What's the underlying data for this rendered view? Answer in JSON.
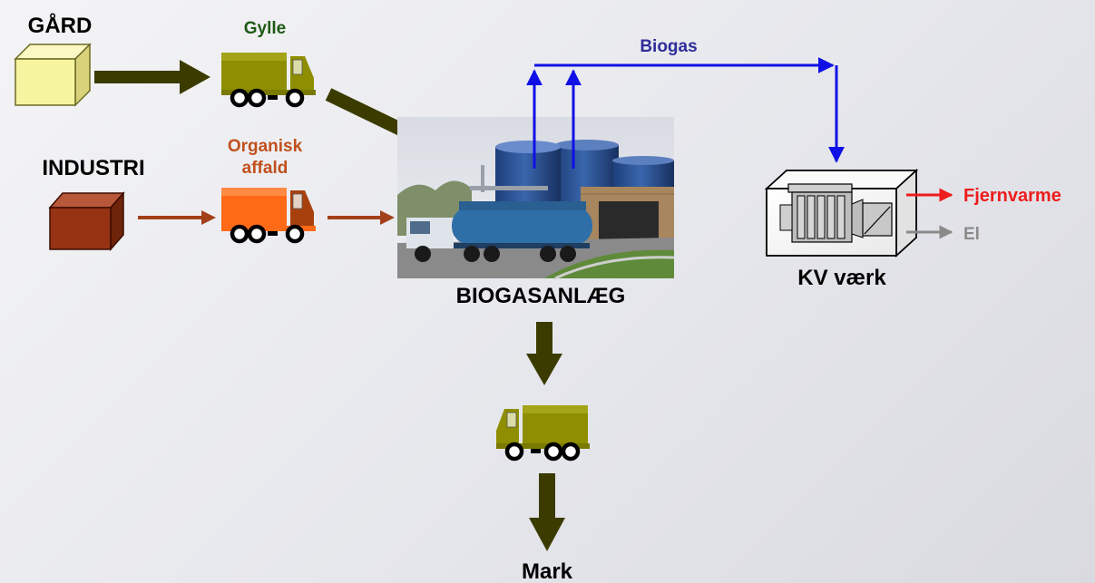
{
  "nodes": {
    "gaard": {
      "label": "GÅRD"
    },
    "industri": {
      "label": "INDUSTRI"
    },
    "biogasanlaeg": {
      "label": "BIOGASANLÆG"
    },
    "kv_vaerk": {
      "label": "KV værk"
    },
    "mark": {
      "label": "Mark"
    }
  },
  "flows": {
    "gylle": {
      "label": "Gylle"
    },
    "organisk_affald": {
      "line1": "Organisk",
      "line2": "affald"
    },
    "biogas": {
      "label": "Biogas"
    },
    "fjernvarme": {
      "label": "Fjernvarme"
    },
    "el": {
      "label": "El"
    }
  },
  "colors": {
    "manure_arrow": "#3b3b00",
    "waste_arrow": "#a3401a",
    "biogas_arrow": "#1010e6",
    "gylle_text": "#1e5a14",
    "waste_text": "#c0501c",
    "biogas_text": "#2e2e9a",
    "fjernvarme_text": "#ee1c1c",
    "el_text": "#8a8a8a",
    "farm_box": "#f7f4a0",
    "industry_box": "#963312",
    "manure_truck": "#8e8e00",
    "waste_truck": "#ff6a16"
  },
  "icons": {
    "farm": "box-icon",
    "industry": "box-icon",
    "trucks": "truck-icon",
    "plant_photo": "biogas-plant-photo",
    "chp_engine": "engine-icon"
  }
}
